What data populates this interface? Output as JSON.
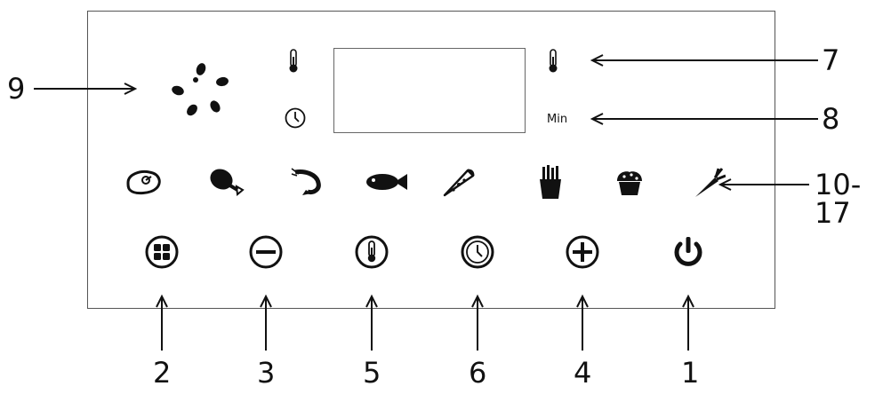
{
  "display": {
    "unit_label": "Min"
  },
  "callouts": {
    "c1": "1",
    "c2": "2",
    "c3": "3",
    "c4": "4",
    "c5": "5",
    "c6": "6",
    "c7": "7",
    "c8": "8",
    "c9": "9",
    "c10_17": "10-17"
  },
  "icons": {
    "buttons": [
      "menu-button",
      "minus-button",
      "temperature-button",
      "timer-button",
      "plus-button",
      "power-button"
    ],
    "presets": [
      "steak",
      "chicken-leg",
      "shrimp",
      "fish",
      "pizza",
      "fries",
      "muffin",
      "carrot"
    ]
  },
  "colors": {
    "ink": "#111111",
    "frame": "#555555"
  }
}
